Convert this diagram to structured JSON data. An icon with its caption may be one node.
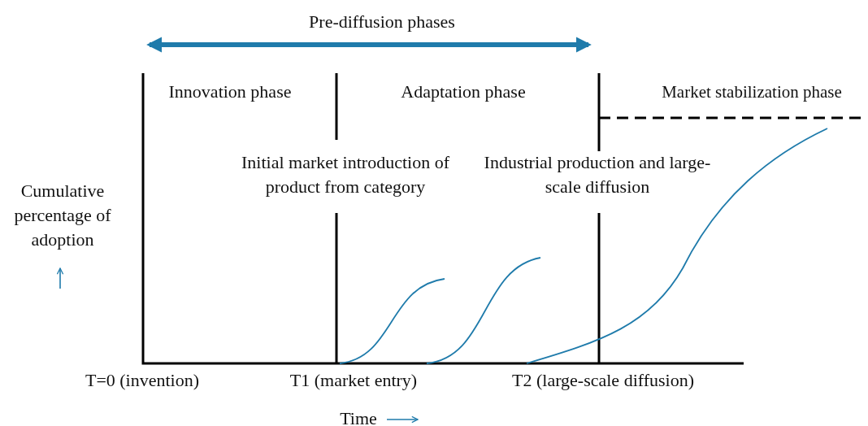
{
  "diagram": {
    "labels": [
      "Pre-diffusion phases",
      "Innovation phase",
      "Adaptation phase",
      "Market stabilization phase",
      "Initial market introduction of product from category",
      "Industrial production and large-scale diffusion",
      "Cumulative percentage of adoption",
      "T=0 (invention)",
      "T1 (market entry)",
      "T2 (large-scale diffusion)",
      "Time"
    ]
  }
}
